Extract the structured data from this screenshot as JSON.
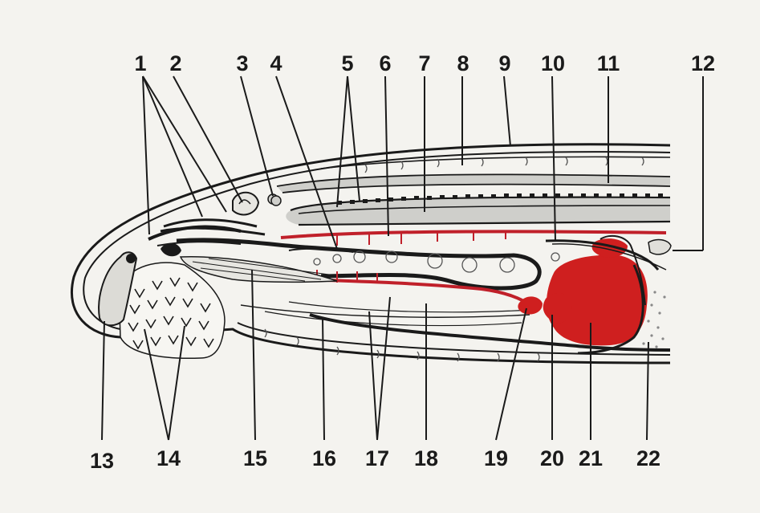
{
  "labels": {
    "l1": "1",
    "l2": "2",
    "l3": "3",
    "l4": "4",
    "l5": "5",
    "l6": "6",
    "l7": "7",
    "l8": "8",
    "l9": "9",
    "l10": "10",
    "l11": "11",
    "l12": "12",
    "l13": "13",
    "l14": "14",
    "l15": "15",
    "l16": "16",
    "l17": "17",
    "l18": "18",
    "l19": "19",
    "l20": "20",
    "l21": "21",
    "l22": "22"
  },
  "colors": {
    "background": "#f4f3ef",
    "outline": "#1a1a1a",
    "heart_red": "#cf1f1f",
    "vessel_red": "#c0202a",
    "grey_tissue": "#cfcfcb"
  }
}
